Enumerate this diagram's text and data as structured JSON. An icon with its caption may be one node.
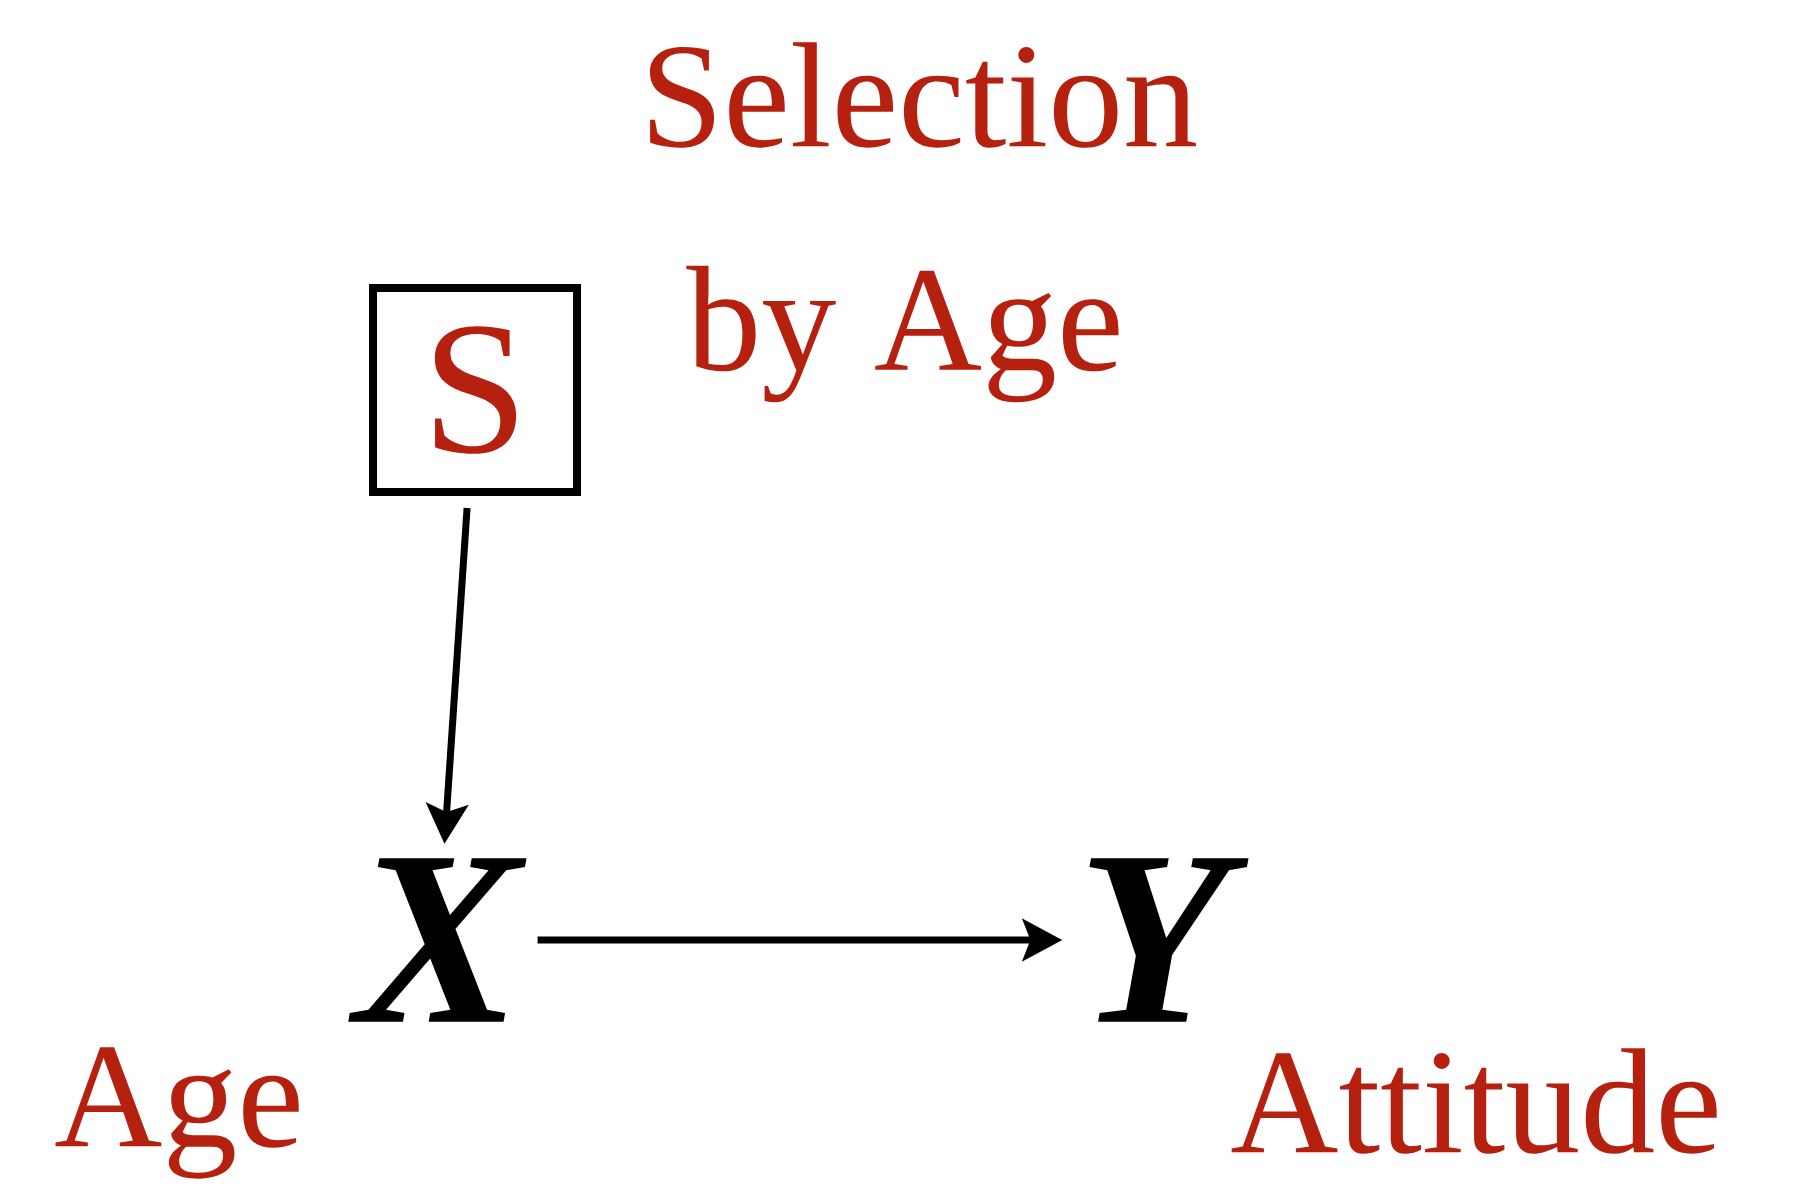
{
  "diagram": {
    "nodes": [
      {
        "text": [
          "S"
        ],
        "beside": [
          "Selection",
          "by Age"
        ]
      },
      {
        "text": [
          "X"
        ],
        "beside": [
          "Age"
        ]
      },
      {
        "text": [
          "Y"
        ],
        "beside": [
          "Attitude"
        ]
      }
    ],
    "edges": [
      {
        "from": 0,
        "to": 1,
        "arrow": "to"
      },
      {
        "from": 1,
        "to": 2,
        "arrow": "to"
      }
    ]
  }
}
